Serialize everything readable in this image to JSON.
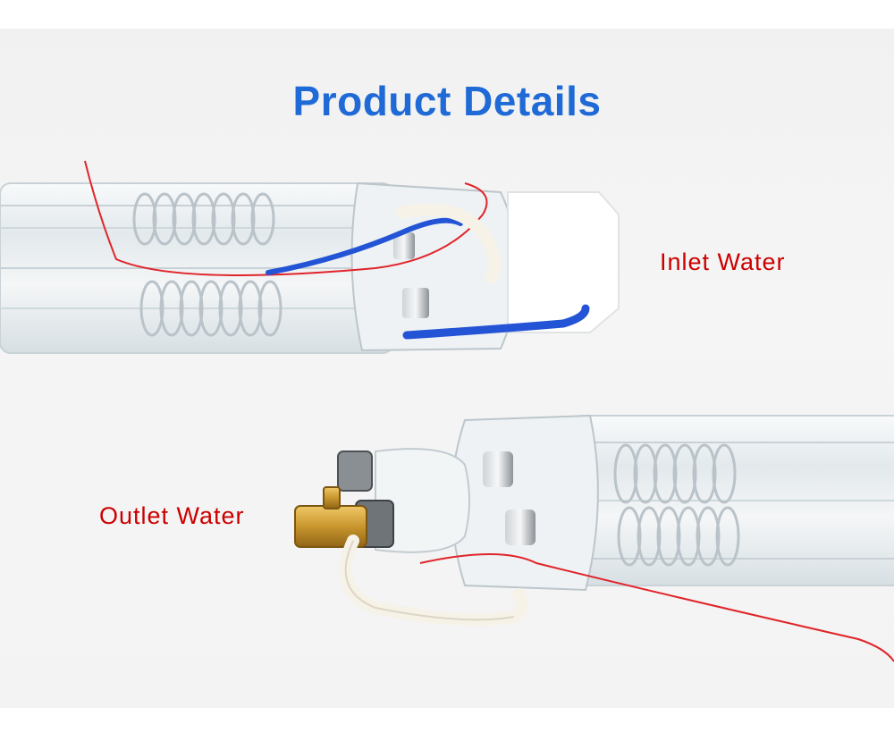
{
  "title": "Product Details",
  "callouts": {
    "inlet": "Inlet Water",
    "outlet": "Outlet Water"
  },
  "colors": {
    "title": "#1f6ad6",
    "callout": "#cc0000",
    "glass": "#dde6ea",
    "blue_tube": "#2454d6",
    "wire": "#e0242a",
    "brass": "#c9962e"
  }
}
